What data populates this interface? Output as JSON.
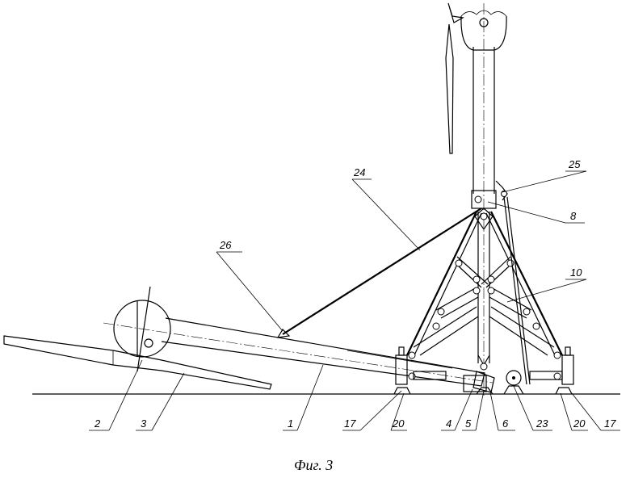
{
  "caption": "Фиг. 3",
  "labels": {
    "l1": "1",
    "l2": "2",
    "l3": "3",
    "l4": "4",
    "l5": "5",
    "l6": "6",
    "l8": "8",
    "l10": "10",
    "l17a": "17",
    "l17b": "17",
    "l20a": "20",
    "l20b": "20",
    "l23": "23",
    "l24": "24",
    "l25": "25",
    "l26": "26"
  }
}
